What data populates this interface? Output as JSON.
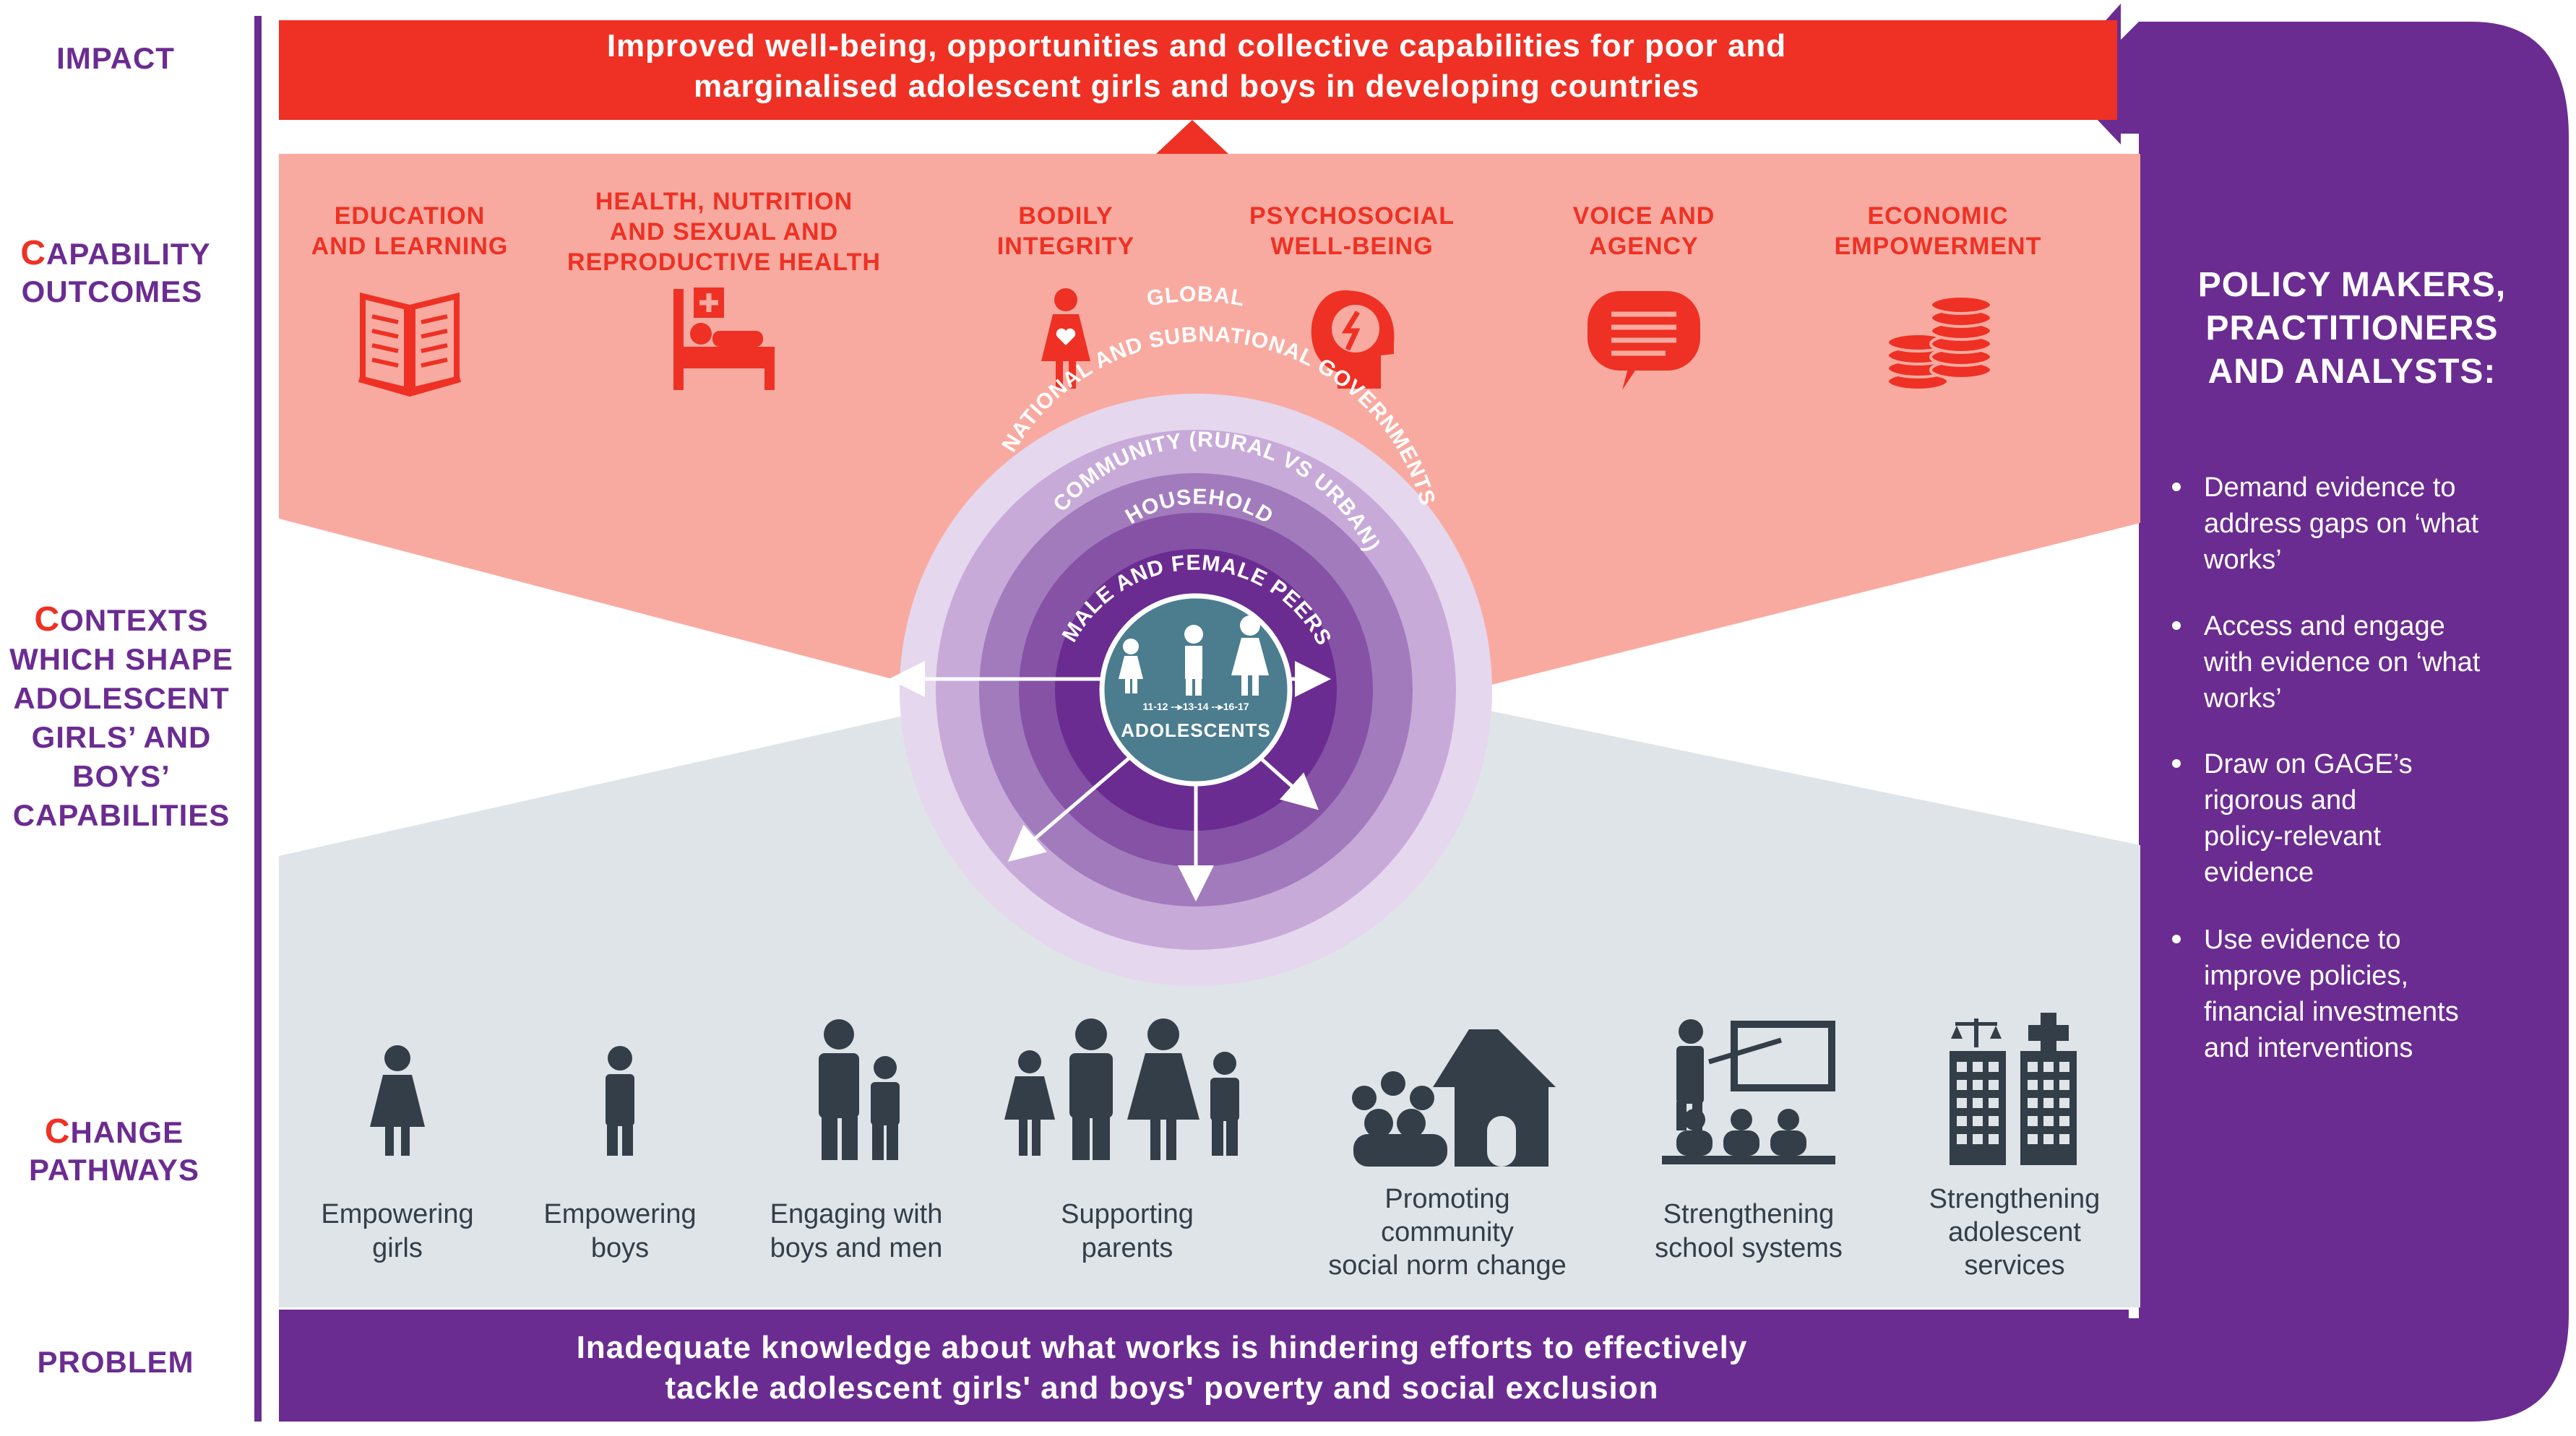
{
  "row_labels": {
    "impact": "IMPACT",
    "capability": {
      "initial": "C",
      "line1": "APABILITY",
      "line2": "OUTCOMES"
    },
    "contexts": {
      "initial": "C",
      "line1": "ONTEXTS",
      "line2": "WHICH SHAPE",
      "line3": "ADOLESCENT",
      "line4": "GIRLS’ AND",
      "line5": "BOYS’",
      "line6": "CAPABILITIES"
    },
    "change": {
      "initial": "C",
      "line1": "HANGE",
      "line2": "PATHWAYS"
    },
    "problem": "PROBLEM"
  },
  "impact_banner": {
    "line1": "Improved well-being, opportunities and collective capabilities for poor and",
    "line2": "marginalised adolescent girls and boys in developing countries"
  },
  "capabilities": [
    {
      "lines": [
        "EDUCATION",
        "AND LEARNING"
      ],
      "icon": "book-icon"
    },
    {
      "lines": [
        "HEALTH, NUTRITION",
        "AND SEXUAL AND",
        "REPRODUCTIVE HEALTH"
      ],
      "icon": "hospital-bed-icon"
    },
    {
      "lines": [
        "BODILY",
        "INTEGRITY"
      ],
      "icon": "girl-heart-icon"
    },
    {
      "lines": [
        "PSYCHOSOCIAL",
        "WELL-BEING"
      ],
      "icon": "head-brain-icon"
    },
    {
      "lines": [
        "VOICE AND",
        "AGENCY"
      ],
      "icon": "speech-bubble-icon"
    },
    {
      "lines": [
        "ECONOMIC",
        "EMPOWERMENT"
      ],
      "icon": "coins-icon"
    }
  ],
  "rings": {
    "global": "GLOBAL",
    "national": "NATIONAL AND SUBNATIONAL GOVERNMENTS",
    "community": "COMMUNITY (RURAL VS URBAN)",
    "household": "HOUSEHOLD",
    "peers": "MALE AND FEMALE PEERS",
    "center": "ADOLESCENTS",
    "ages": "11-12 --▸13-14 --▸16-17"
  },
  "pathways": [
    {
      "lines": [
        "Empowering",
        "girls"
      ],
      "icon": "girl-icon"
    },
    {
      "lines": [
        "Empowering",
        "boys"
      ],
      "icon": "boy-icon"
    },
    {
      "lines": [
        "Engaging with",
        "boys and men"
      ],
      "icon": "man-and-boy-icon"
    },
    {
      "lines": [
        "Supporting",
        "parents"
      ],
      "icon": "family-icon"
    },
    {
      "lines": [
        "Promoting",
        "community",
        "social norm change"
      ],
      "icon": "community-house-icon"
    },
    {
      "lines": [
        "Strengthening",
        "school systems"
      ],
      "icon": "classroom-icon"
    },
    {
      "lines": [
        "Strengthening",
        "adolescent",
        "services"
      ],
      "icon": "services-buildings-icon"
    }
  ],
  "problem_banner": {
    "line1": "Inadequate knowledge about what works is hindering efforts to effectively",
    "line2": "tackle adolescent girls' and boys' poverty and social exclusion"
  },
  "policy": {
    "heading": [
      "POLICY MAKERS,",
      "PRACTITIONERS",
      "AND ANALYSTS:"
    ],
    "bullets": [
      [
        "Demand evidence to",
        "address gaps on ‘what",
        "works’"
      ],
      [
        "Access and engage",
        "with evidence on ‘what",
        "works’"
      ],
      [
        "Draw on GAGE’s",
        "rigorous and",
        "policy-relevant",
        "evidence"
      ],
      [
        "Use evidence to",
        "improve policies,",
        "financial investments",
        "and interventions"
      ]
    ]
  },
  "colors": {
    "purple": "#6b2c91",
    "red": "#ee3124",
    "salmon": "#f9aaa0",
    "grey_blue": "#dfe4e8",
    "dark_slate": "#333e48",
    "teal": "#4b7d8e"
  }
}
